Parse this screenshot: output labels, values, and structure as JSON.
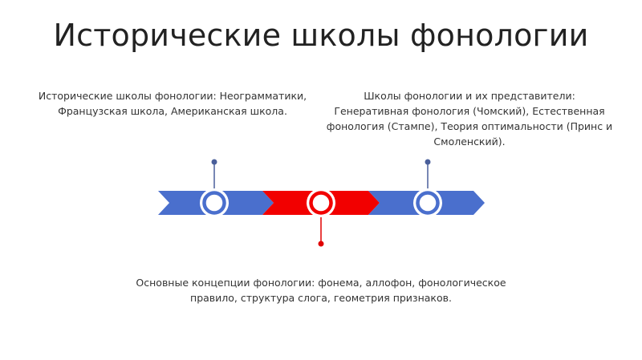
{
  "slide": {
    "title": "Исторические школы фонологии",
    "blocks": {
      "left": "Исторические школы фонологии: Неограмматики, Французская школа, Американская школа.",
      "right": "Школы фонологии и их представители: Генеративная фонология (Чомский), Естественная фонология (Стампе), Теория оптимальности (Принс и Смоленский).",
      "bottom": "Основные концепции фонологии: фонема, аллофон, фонологическое правило, структура слога, геометрия признаков."
    }
  },
  "colors": {
    "blue": "#4a6fcd",
    "red": "#f20000",
    "pin_blue": "#4a5f9a",
    "pin_red": "#e00000",
    "text": "#333333"
  }
}
